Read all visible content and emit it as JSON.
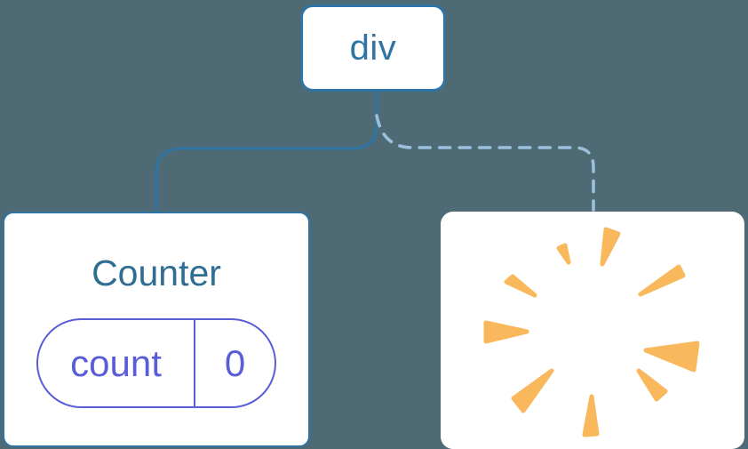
{
  "diagram": {
    "root_node": {
      "label": "div"
    },
    "counter_node": {
      "title": "Counter",
      "state_pill": {
        "key": "count",
        "value": "0"
      }
    },
    "removed_node": {
      "illustration": "poof-burst"
    },
    "edges": [
      {
        "from": "div",
        "to": "Counter",
        "style": "solid"
      },
      {
        "from": "div",
        "to": "removed-slot",
        "style": "dashed"
      }
    ]
  },
  "colors": {
    "background": "#4d6a75",
    "node-blue": "#2e74a4",
    "title-blue": "#2f6d92",
    "state-indigo": "#5a5ed6",
    "edge-dashed-blue": "#9cc0db",
    "poof-orange": "#f9b85c",
    "node-bg": "#ffffff"
  }
}
